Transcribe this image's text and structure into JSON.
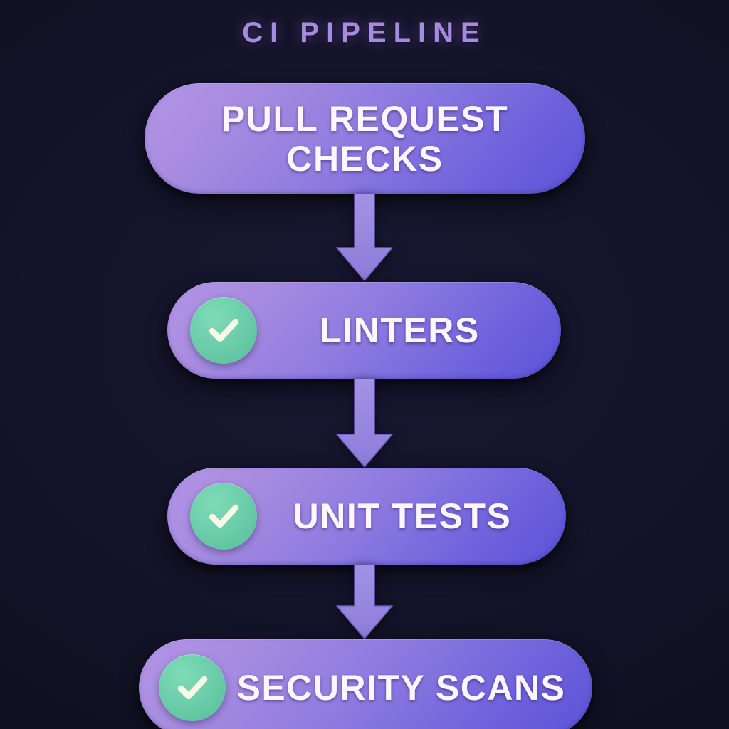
{
  "diagram": {
    "title": "CI PIPELINE",
    "background_color": "#14142a",
    "node_gradient_from": "#b294e6",
    "node_gradient_to": "#5a52d8",
    "node_text_color": "#fbf6ff",
    "title_color": "#a78bdf",
    "arrow_color": "#9b8ae0",
    "check_circle_color": "#6ecfad",
    "check_mark_color": "#faf8e6",
    "nodes": [
      {
        "label": "PULL REQUEST CHECKS",
        "status_icon": "",
        "has_check": false
      },
      {
        "label": "LINTERS",
        "status_icon": "check-icon",
        "has_check": true
      },
      {
        "label": "UNIT TESTS",
        "status_icon": "check-icon",
        "has_check": true
      },
      {
        "label": "SECURITY SCANS",
        "status_icon": "check-icon",
        "has_check": true
      }
    ],
    "connectors": [
      {
        "from": "PULL REQUEST CHECKS",
        "to": "LINTERS",
        "icon": "arrow-down-icon"
      },
      {
        "from": "LINTERS",
        "to": "UNIT TESTS",
        "icon": "arrow-down-icon"
      },
      {
        "from": "UNIT TESTS",
        "to": "SECURITY SCANS",
        "icon": "arrow-down-icon"
      }
    ]
  }
}
